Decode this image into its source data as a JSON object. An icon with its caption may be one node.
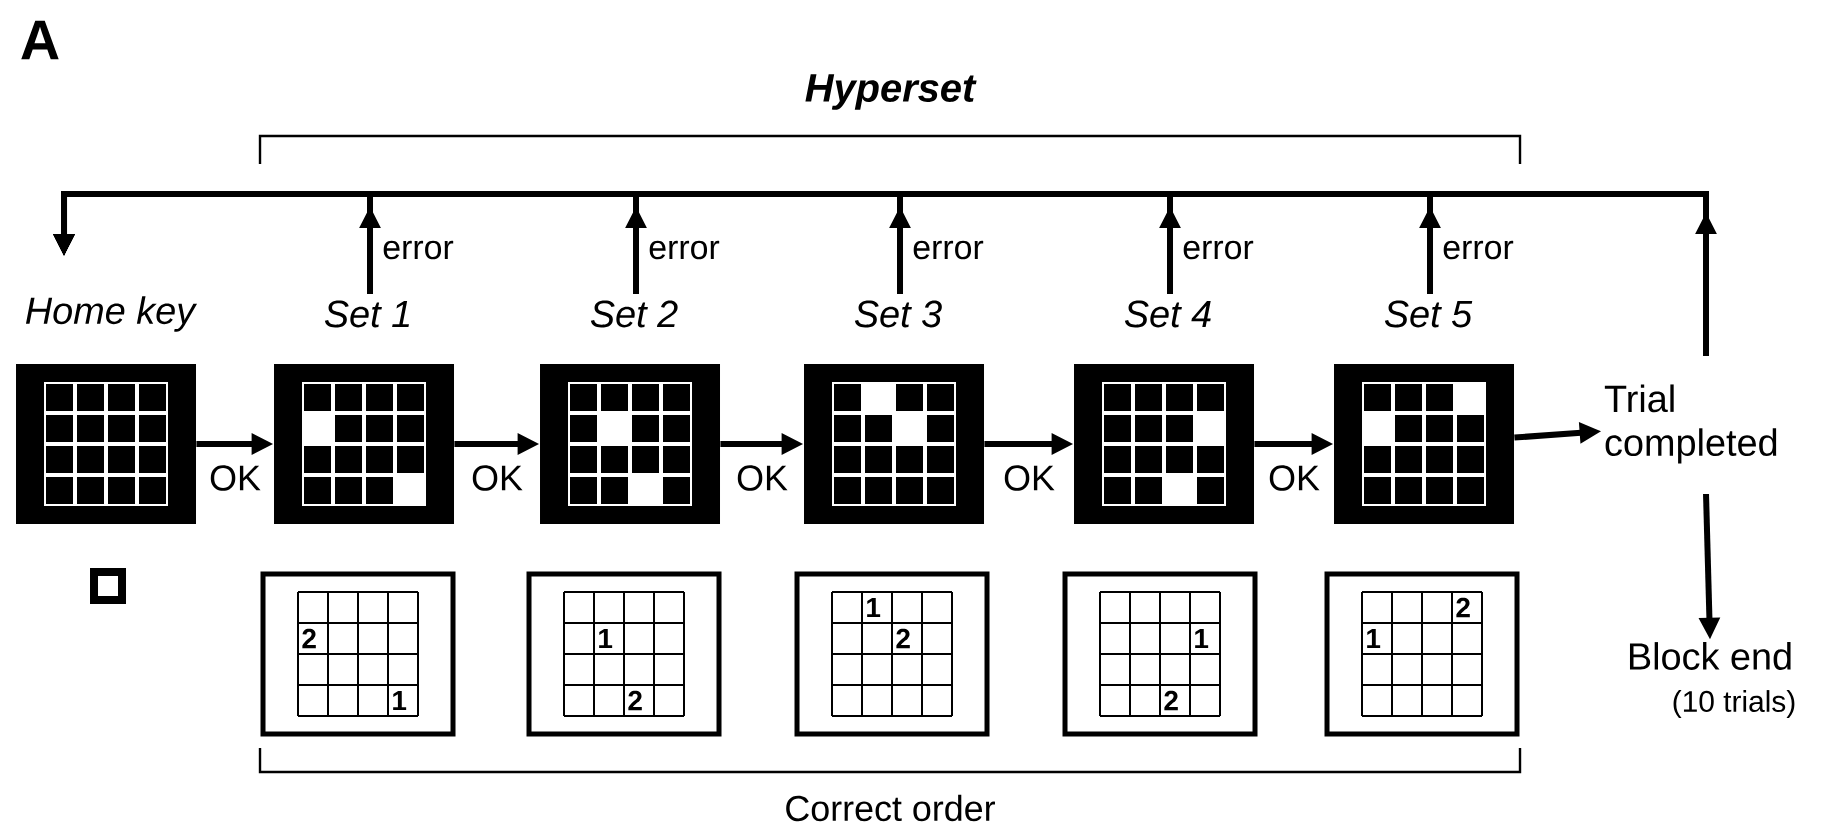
{
  "diagram": {
    "nodes": [
      {
        "text": [
          "Home key"
        ]
      },
      {
        "text": [
          "Set 1"
        ]
      },
      {
        "text": [
          "Set 2"
        ]
      },
      {
        "text": [
          "Set 3"
        ]
      },
      {
        "text": [
          "Set 4"
        ]
      },
      {
        "text": [
          "Set 5"
        ]
      },
      {
        "text": [
          "Trial completed"
        ]
      },
      {
        "text": [
          "Block end",
          "(10 trials)"
        ]
      },
      {
        "text": [
          "2",
          "1"
        ]
      },
      {
        "text": [
          "1",
          "2"
        ]
      },
      {
        "text": [
          "1",
          "2"
        ]
      },
      {
        "text": [
          "1",
          "2"
        ]
      },
      {
        "text": [
          "2",
          "1"
        ]
      }
    ],
    "edges": [
      {
        "from": 0,
        "to": 1,
        "arrow": "to",
        "label": "OK"
      },
      {
        "from": 1,
        "to": 2,
        "arrow": "to",
        "label": "OK"
      },
      {
        "from": 2,
        "to": 3,
        "arrow": "to",
        "label": "OK"
      },
      {
        "from": 3,
        "to": 4,
        "arrow": "to",
        "label": "OK"
      },
      {
        "from": 4,
        "to": 5,
        "arrow": "to",
        "label": "OK"
      },
      {
        "from": 5,
        "to": 6,
        "arrow": "to"
      },
      {
        "from": 6,
        "to": 7,
        "arrow": "to"
      },
      {
        "from": 1,
        "to": 0,
        "arrow": "to",
        "label": "error"
      },
      {
        "from": 2,
        "to": 0,
        "arrow": "to",
        "label": "error"
      },
      {
        "from": 3,
        "to": 0,
        "arrow": "to",
        "label": "error"
      },
      {
        "from": 4,
        "to": 0,
        "arrow": "to",
        "label": "error"
      },
      {
        "from": 5,
        "to": 0,
        "arrow": "to",
        "label": "error"
      },
      {
        "from": 6,
        "to": 0,
        "arrow": "to"
      }
    ],
    "labels": [
      "A",
      "Hyperset",
      "Correct order"
    ]
  }
}
